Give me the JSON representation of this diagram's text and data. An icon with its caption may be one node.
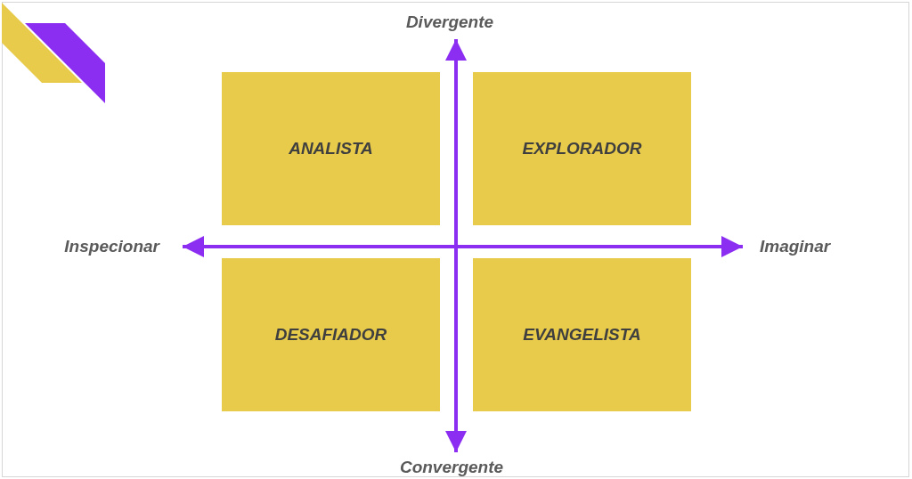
{
  "diagram": {
    "nodes": [
      {
        "text": [
          "ANALISTA"
        ]
      },
      {
        "text": [
          "EXPLORADOR"
        ]
      },
      {
        "text": [
          "DESAFIADOR"
        ]
      },
      {
        "text": [
          "EVANGELISTA"
        ]
      }
    ],
    "labels": [
      "Divergente",
      "Inspecionar",
      "Imaginar",
      "Convergente"
    ]
  }
}
